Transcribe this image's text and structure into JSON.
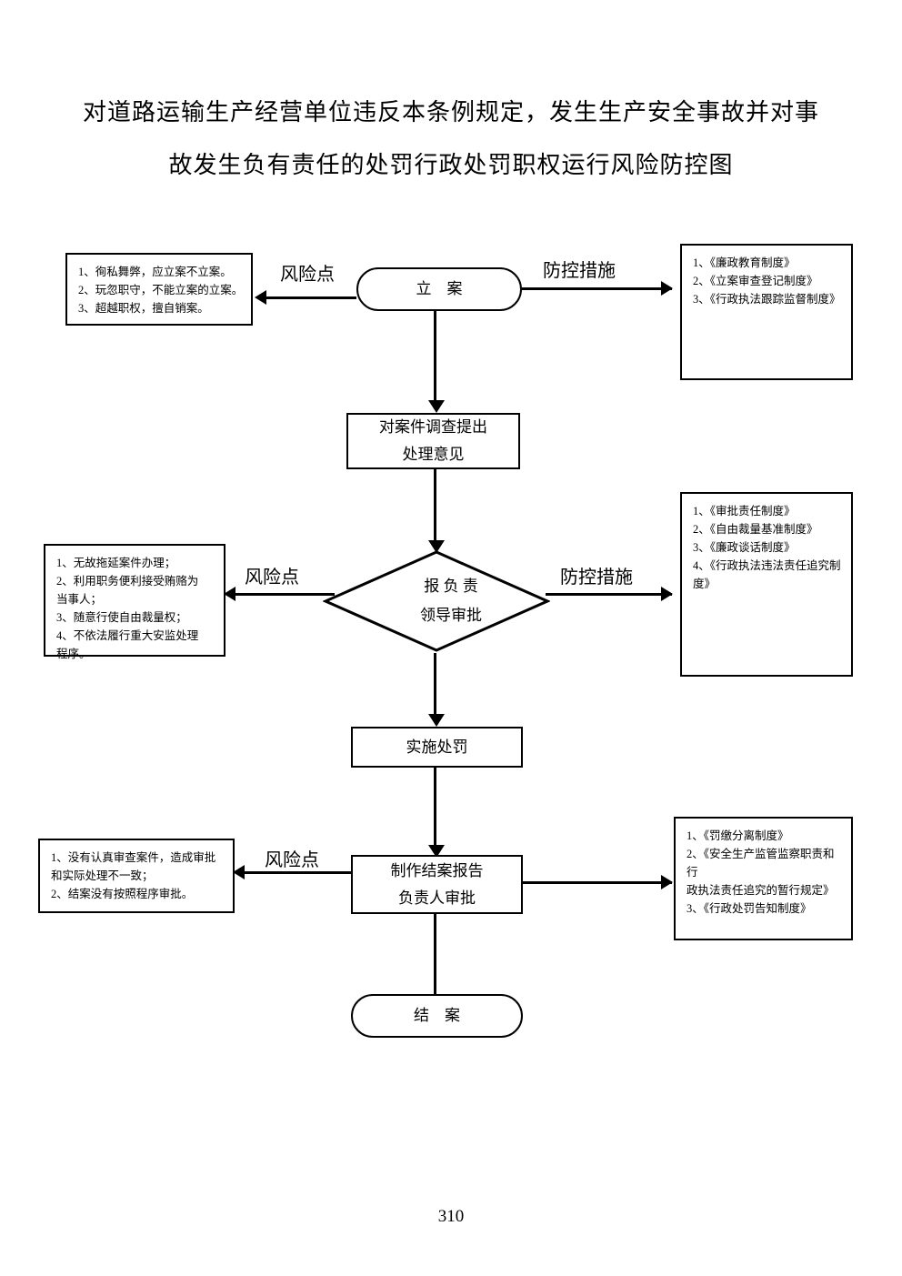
{
  "document": {
    "title_lines": [
      "对道路运输生产经营单位违反本条例规定，发生生产安全事故并对事",
      "故发生负有责任的处罚行政处罚职权运行风险防控图"
    ],
    "page_number": "310"
  },
  "labels": {
    "risk_point": "风险点",
    "control_measure": "防控措施"
  },
  "flow_nodes": {
    "start": {
      "lines": [
        "立　案"
      ]
    },
    "investigate": {
      "lines": [
        "对案件调查提出",
        "处理意见"
      ]
    },
    "approval": {
      "lines": [
        "报 负 责",
        "领导审批"
      ]
    },
    "penalty": {
      "lines": [
        "实施处罚"
      ]
    },
    "report": {
      "lines": [
        "制作结案报告",
        "负责人审批"
      ]
    },
    "end": {
      "lines": [
        "结　案"
      ]
    }
  },
  "risk_boxes": {
    "filing": {
      "items": [
        "1、徇私舞弊，应立案不立案。",
        "2、玩忽职守，不能立案的立案。",
        "3、超越职权，擅自销案。"
      ]
    },
    "approval": {
      "items": [
        "1、无故拖延案件办理；",
        "2、利用职务便利接受贿赂为",
        "当事人；",
        "3、随意行使自由裁量权；",
        "4、不依法履行重大安监处理",
        "程序。"
      ]
    },
    "closing": {
      "items": [
        "1、没有认真审查案件，造成审批",
        "和实际处理不一致；",
        "2、结案没有按照程序审批。"
      ]
    }
  },
  "measure_boxes": {
    "filing": {
      "items": [
        "1、《廉政教育制度》",
        "2、《立案审查登记制度》",
        "3、《行政执法跟踪监督制度》"
      ]
    },
    "approval": {
      "items": [
        "1、《审批责任制度》",
        "2、《自由裁量基准制度》",
        "3、《廉政谈话制度》",
        "4、《行政执法违法责任追究制",
        "度》"
      ]
    },
    "closing": {
      "items": [
        "1、《罚缴分离制度》",
        "2、《安全生产监管监察职责和行",
        "政执法责任追究的暂行规定》",
        "3、《行政处罚告知制度》"
      ]
    }
  }
}
